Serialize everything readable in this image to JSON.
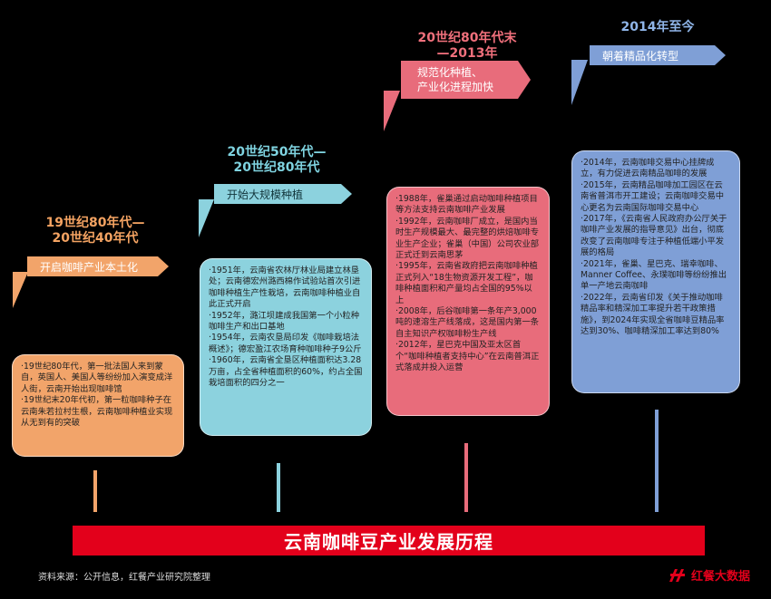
{
  "colors": {
    "orange": "#f2a46a",
    "orange_text": "#f4a362",
    "teal": "#8cd2de",
    "teal_text": "#7fd3e0",
    "pink": "#e86c7b",
    "pink_text": "#f0707c",
    "blue": "#7f9fd6",
    "blue_text": "#8fb5e8",
    "title_bar": "#e3001b"
  },
  "stages": [
    {
      "period": [
        "19世纪80年代—",
        "20世纪40年代"
      ],
      "arrow_label": "开启咖啡产业本土化",
      "items": [
        "·19世纪80年代，第一批法国人来到蒙自，英国人、美国人等纷纷加入演变成洋人街，云南开始出现咖啡馆",
        "·19世纪末20年代初，第一粒咖啡种子在云南朱若拉村生根，云南咖啡种植业实现从无到有的突破"
      ]
    },
    {
      "period": [
        "20世纪50年代—",
        "20世纪80年代"
      ],
      "arrow_label": "开始大规模种植",
      "items": [
        "·1951年，云南省农林厅林业局建立林垦处；云南德宏州潞西棉作试验站首次引进咖啡种植生产性栽培，云南咖啡种植业自此正式开启",
        "·1952年，潞江坝建成我国第一个小粒种咖啡生产和出口基地",
        "·1954年，云南农垦局印发《咖啡栽培法概述》；德宏盈江农场育种咖啡种子9公斤",
        "·1960年，云南省全垦区种植面积达3.28万亩，占全省种植面积的60%，约占全国栽培面积的四分之一"
      ]
    },
    {
      "period": [
        "20世纪80年代末",
        "—2013年"
      ],
      "arrow_label": [
        "规范化种植、",
        "产业化进程加快"
      ],
      "items": [
        "·1988年，雀巢通过启动咖啡种植项目等方法支持云南咖啡产业发展",
        "·1992年，云南咖啡厂成立，是国内当时生产规模最大、最完整的烘焙咖啡专业生产企业；雀巢（中国）公司农业部正式迁到云南思茅",
        "·1995年，云南省政府把云南咖啡种植正式列入“18生物资源开发工程”，咖啡种植面积和产量均占全国的95%以上",
        "·2008年，后谷咖啡第一条年产3,000吨的速溶生产线落成，这是国内第一条自主知识产权咖啡粉生产线",
        "·2012年，星巴克中国及亚太区首个“咖啡种植者支持中心”在云南普洱正式落成并投入运营"
      ]
    },
    {
      "period": [
        "2014年至今"
      ],
      "arrow_label": "朝着精品化转型",
      "items": [
        "·2014年，云南咖啡交易中心挂牌成立，有力促进云南精品咖啡的发展",
        "·2015年，云南精品咖啡加工园区在云南省普洱市开工建设；云南咖啡交易中心更名为云南国际咖啡交易中心",
        "·2017年，《云南省人民政府办公厅关于咖啡产业发展的指导意见》出台，彻底改变了云南咖啡专注于种植低端小平发展的格局",
        "·2021年，雀巢、星巴克、瑞幸咖啡、Manner Coffee、永璞咖啡等纷纷推出单一产地云南咖啡",
        "·2022年，云南省印发《关于推动咖啡精品率和精深加工率提升若干政策措施》，到2024年实现全省咖啡豆精品率达到30%、咖啡精深加工率达到80%"
      ]
    }
  ],
  "title": "云南咖啡豆产业发展历程",
  "source": "资料来源：公开信息，红餐产业研究院整理",
  "logo_text": "红餐大数据"
}
